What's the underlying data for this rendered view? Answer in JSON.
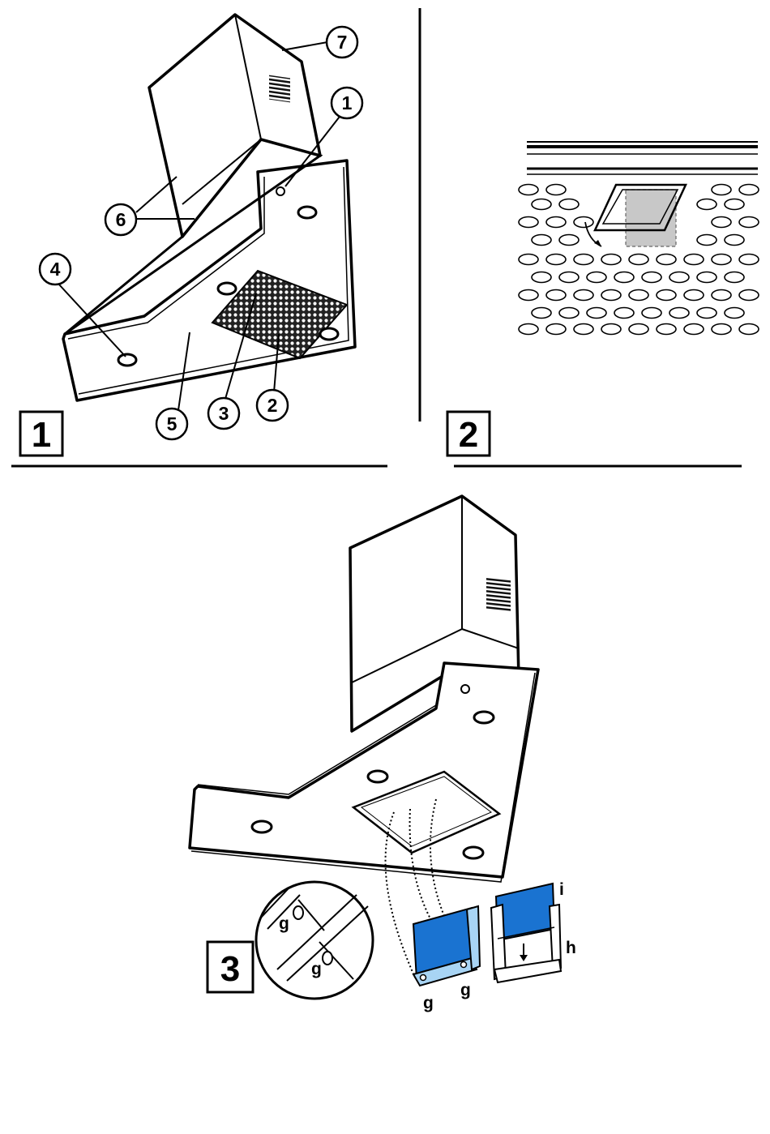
{
  "panels": [
    {
      "number": "1"
    },
    {
      "number": "2"
    },
    {
      "number": "3"
    }
  ],
  "callouts": [
    "1",
    "2",
    "3",
    "4",
    "5",
    "6",
    "7"
  ],
  "part_letters": {
    "g": "g",
    "h": "h",
    "i": "i"
  },
  "colors": {
    "filter_blue": "#1a73d1",
    "filter_frame": "#a8d4f4",
    "latch_grey": "#c8c8c8",
    "line": "#000000"
  }
}
